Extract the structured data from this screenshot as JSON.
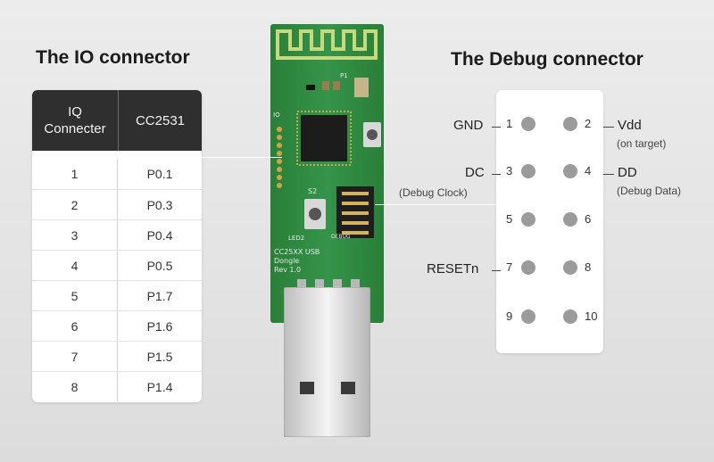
{
  "io_connector": {
    "title": "The IO connector",
    "header": {
      "col1_line1": "IQ",
      "col1_line2": "Connecter",
      "col2": "CC2531"
    },
    "rows": [
      {
        "pin": "1",
        "port": "P0.1"
      },
      {
        "pin": "2",
        "port": "P0.3"
      },
      {
        "pin": "3",
        "port": "P0.4"
      },
      {
        "pin": "4",
        "port": "P0.5"
      },
      {
        "pin": "5",
        "port": "P1.7"
      },
      {
        "pin": "6",
        "port": "P1.6"
      },
      {
        "pin": "7",
        "port": "P1.5"
      },
      {
        "pin": "8",
        "port": "P1.4"
      }
    ]
  },
  "debug_connector": {
    "title": "The Debug connector",
    "pin_numbers": [
      "1",
      "2",
      "3",
      "4",
      "5",
      "6",
      "7",
      "8",
      "9",
      "10"
    ],
    "labels": {
      "gnd": "GND",
      "vdd": "Vdd",
      "vdd_note": "(on target)",
      "dc": "DC",
      "dc_note": "(Debug Clock)",
      "dd": "DD",
      "dd_note": "(Debug Data)",
      "reset": "RESETn"
    }
  },
  "board": {
    "silk_model": "CC25XX USB",
    "silk_type": "Dongle",
    "silk_rev": "Rev 1.0",
    "silk_debug": "DEBUG",
    "silk_s2": "S2",
    "silk_io": "IO",
    "silk_led": "LED2",
    "silk_p1": "P1"
  },
  "colors": {
    "pcb": "#2f8a3e",
    "pin": "#9b9b9b",
    "table_header": "#2f2f2f"
  }
}
